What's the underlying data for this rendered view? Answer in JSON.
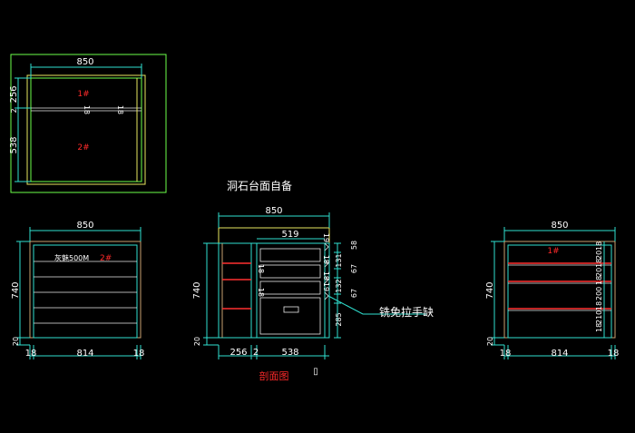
{
  "drawing": {
    "top_view": {
      "width_label": "850",
      "left_dims": [
        "256",
        "538"
      ],
      "left_small": "2",
      "mid_labels": [
        "18",
        "18"
      ],
      "tags": [
        "1#",
        "2#"
      ]
    },
    "stone_note": "洞石台面自备",
    "front_view": {
      "width_label": "850",
      "height_label": "740",
      "base_label": "20",
      "bottom_dims": [
        "18",
        "814",
        "18"
      ],
      "material_label": "灰魅500M",
      "tag": "2#"
    },
    "section_view": {
      "width_label": "850",
      "height_label": "740",
      "base_label": "20",
      "inner_width": "519",
      "right_dims": [
        "58",
        "131",
        "67",
        "132",
        "67",
        "285"
      ],
      "small_dims": [
        "19",
        "19",
        "19",
        "19",
        "18",
        "18"
      ],
      "bottom_dims": [
        "256",
        "2",
        "538"
      ],
      "handle_note": "铣免拉手缺",
      "caption": "剖面图",
      "marker": "▯"
    },
    "side_view": {
      "width_label": "850",
      "height_label": "740",
      "base_label": "20",
      "bottom_dims": [
        "18",
        "814",
        "18"
      ],
      "tag": "1#",
      "right_dims": [
        "18",
        "210",
        "18",
        "200",
        "18",
        "20",
        "18",
        "20",
        "18"
      ]
    },
    "colors": {
      "background": "#000000",
      "cyan": "#2fe0d0",
      "green": "#6cff4a",
      "yellow": "#e8e860",
      "red": "#ff3030",
      "white": "#ffffff"
    }
  }
}
